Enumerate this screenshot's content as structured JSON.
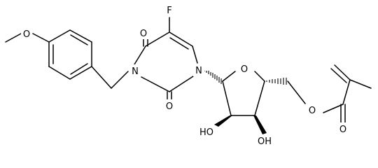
{
  "molecule": {
    "atoms": {
      "F": "F",
      "O_top_ring": "O",
      "N3": "N",
      "N1": "N",
      "O_c2": "O",
      "O_methoxy": "O",
      "O_furanose": "O",
      "HO_2": "HO",
      "OH_3": "OH",
      "O_ester_link": "O",
      "O_ester_carbonyl": "O"
    }
  }
}
